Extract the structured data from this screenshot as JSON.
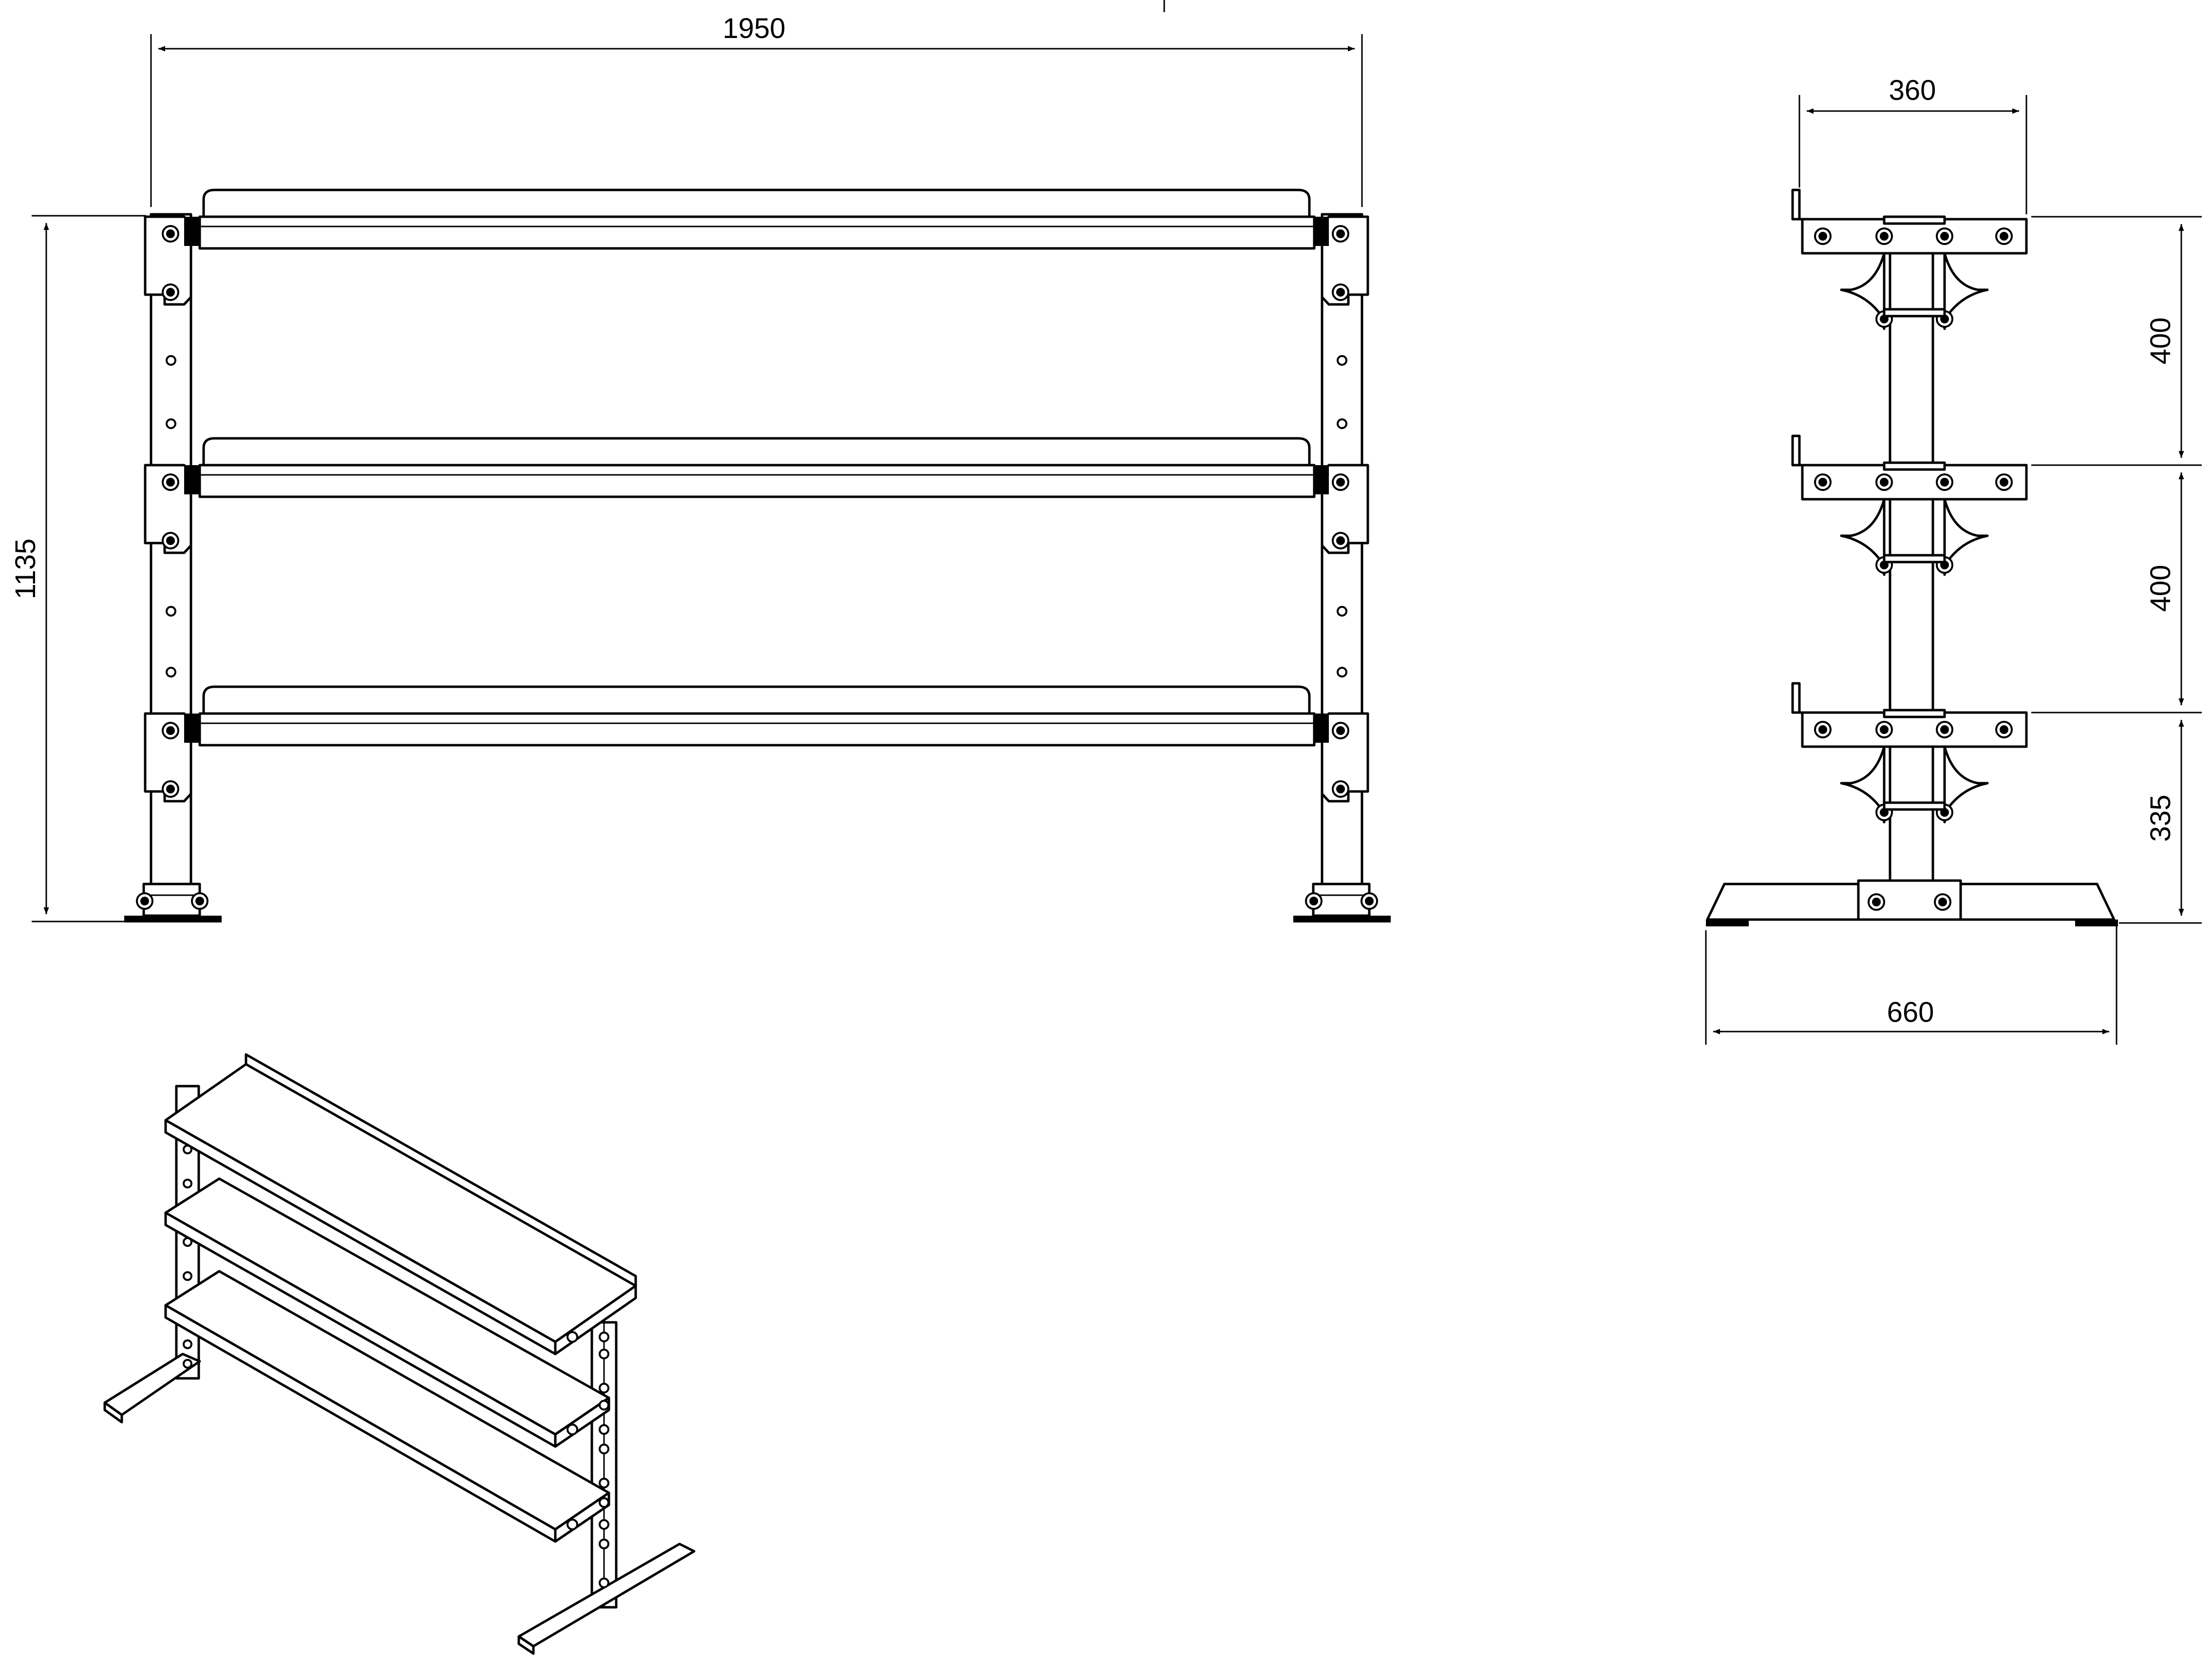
{
  "dimensions": {
    "front_width": "1950",
    "front_height": "1135",
    "side_shelf_depth": "360",
    "side_spacing_top": "400",
    "side_spacing_middle": "400",
    "side_bottom_height": "335",
    "side_base_width": "660"
  }
}
